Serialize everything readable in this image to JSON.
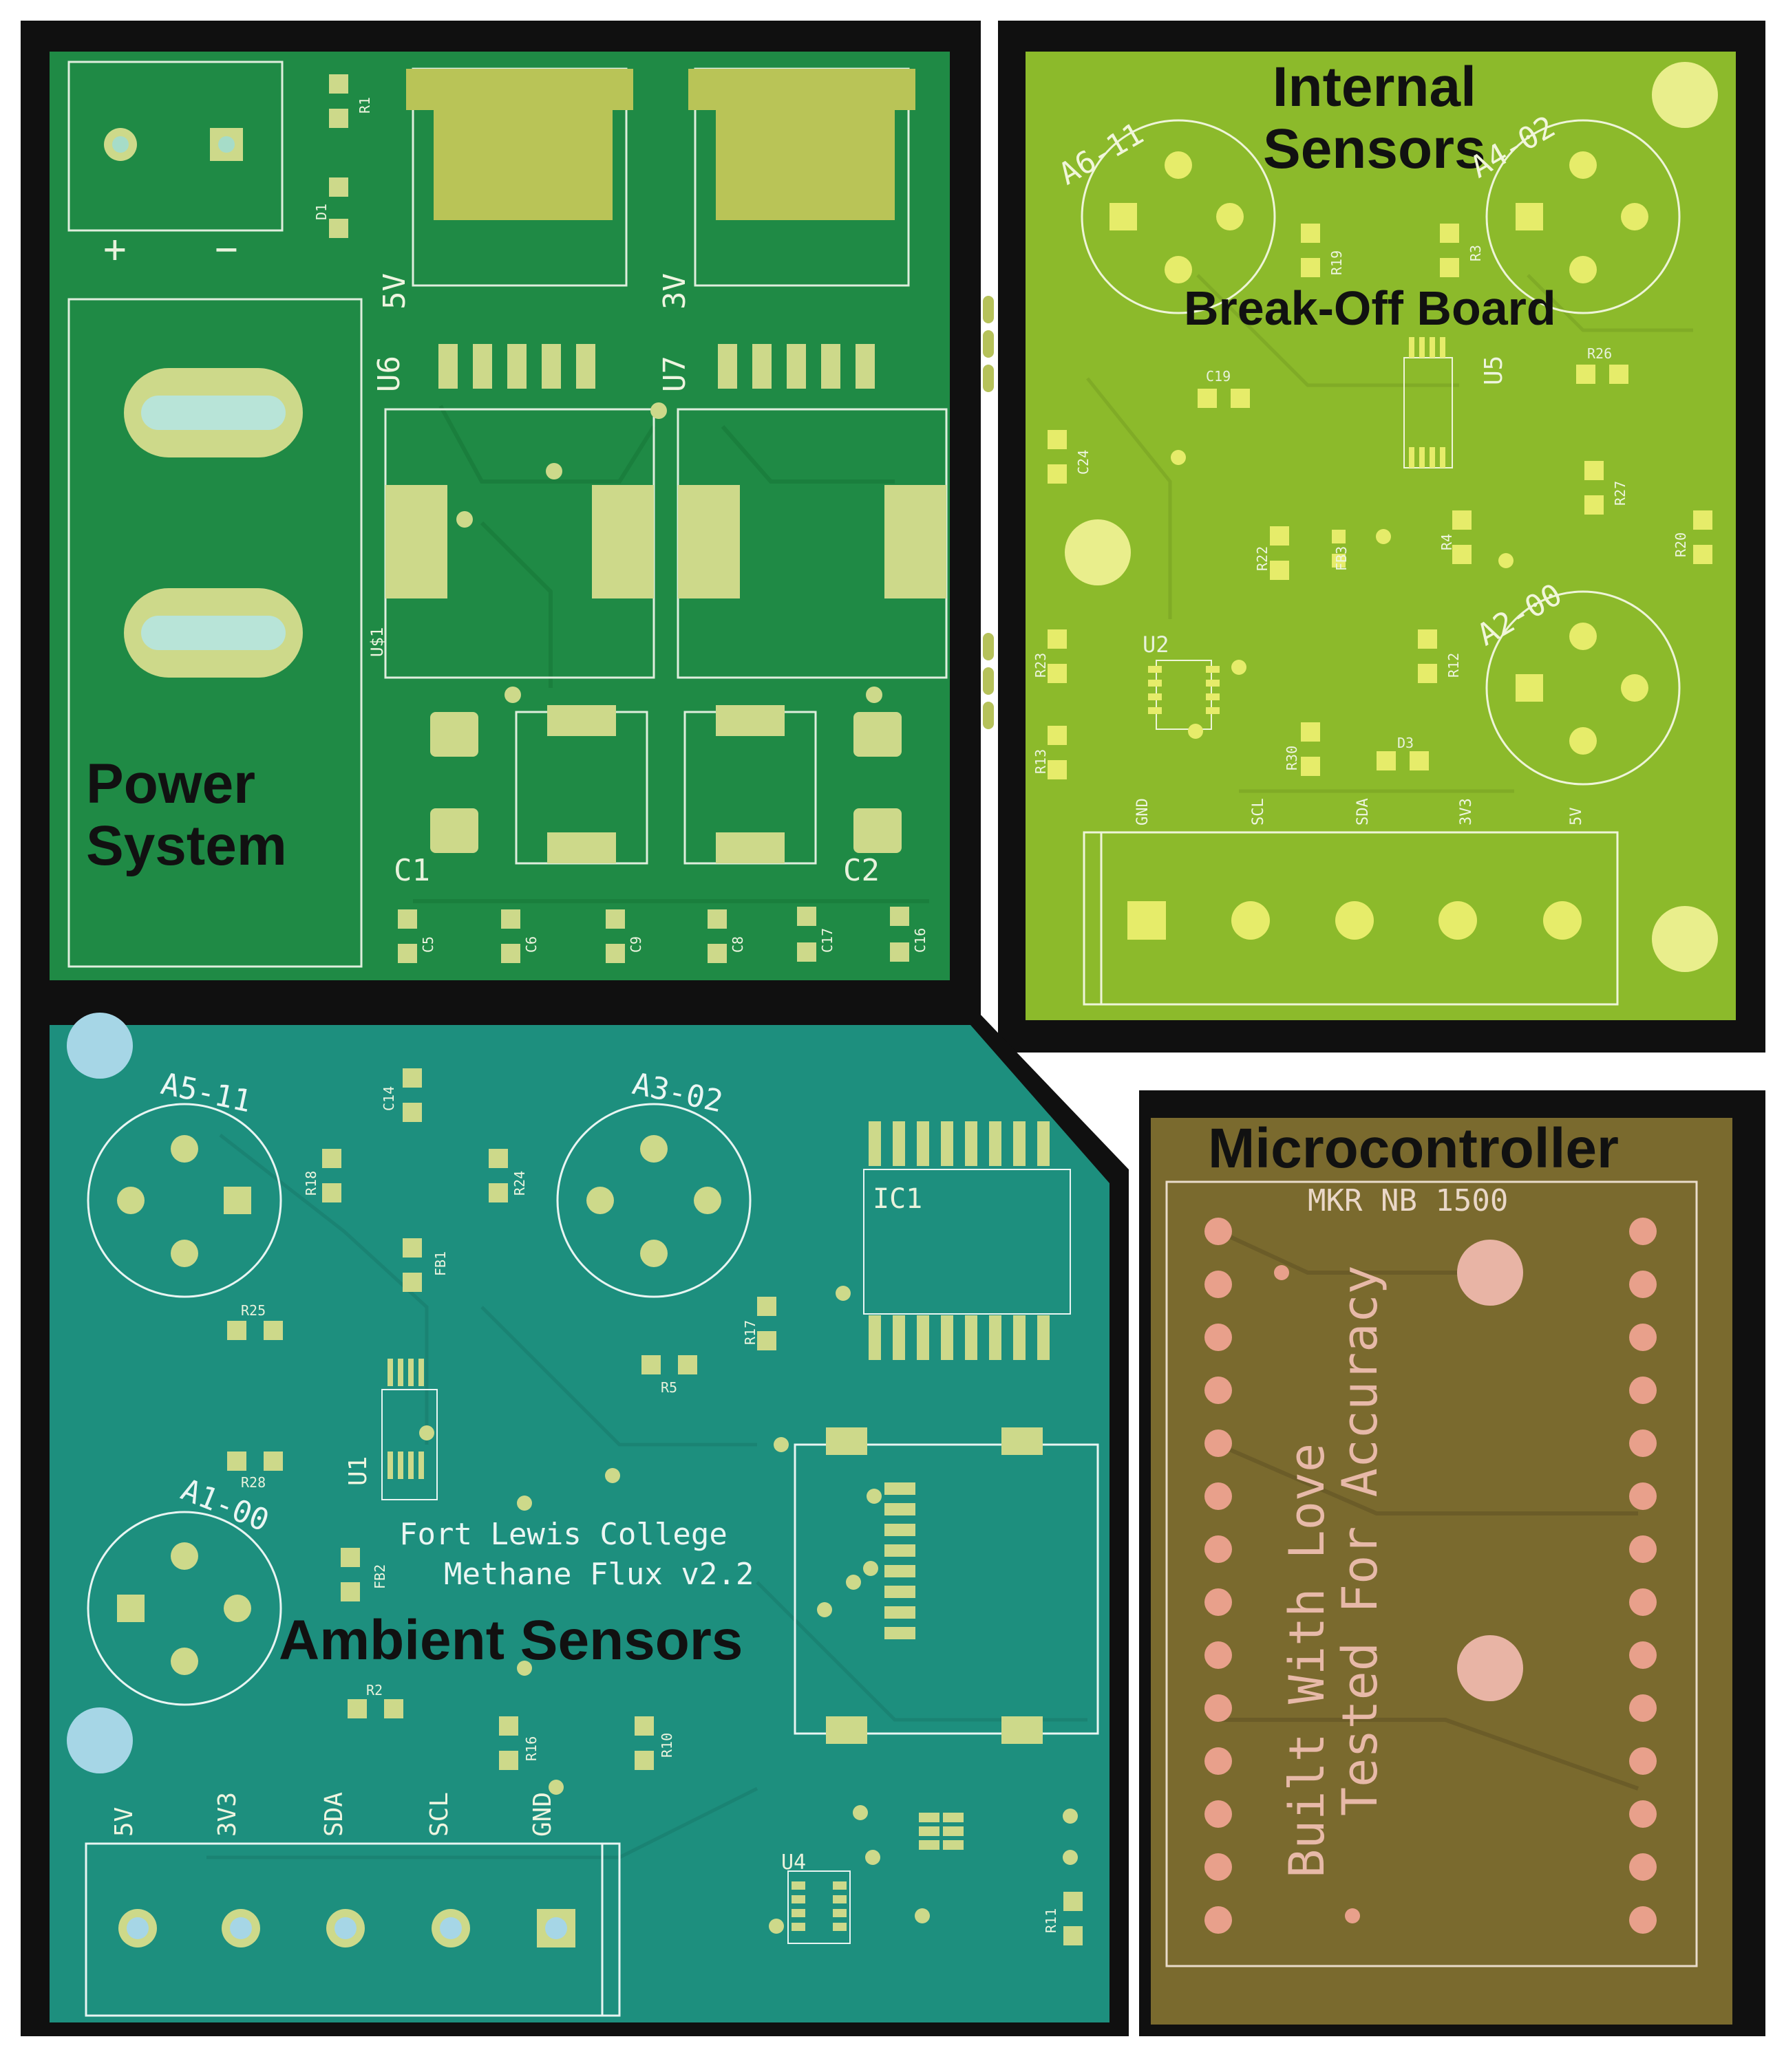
{
  "sections": {
    "power": {
      "title_line1": "Power",
      "title_line2": "System",
      "color": "#1f8a45"
    },
    "internal": {
      "title_line1": "Internal",
      "title_line2": "Sensors",
      "subtitle": "Break-Off Board",
      "color": "#8cba2b"
    },
    "ambient": {
      "title": "Ambient Sensors",
      "color": "#1d8f7e"
    },
    "micro": {
      "title": "Microcontroller",
      "color": "#7a6a2e"
    }
  },
  "power_board": {
    "terminal_plus": "+",
    "terminal_minus": "−",
    "reg_5v": "5V",
    "reg_3v": "3V",
    "u6": "U6",
    "u7": "U7",
    "us1": "U$1",
    "c1": "C1",
    "c2": "C2",
    "r1": "R1",
    "d1": "D1",
    "caps": [
      "C5",
      "C6",
      "C9",
      "C8",
      "C17",
      "C16"
    ]
  },
  "internal_board": {
    "sensors": [
      "A6-11",
      "A4-02",
      "A2-00"
    ],
    "parts": [
      "R19",
      "R3",
      "U5",
      "C19",
      "R26",
      "C24",
      "R27",
      "R22",
      "FB3",
      "R4",
      "R20",
      "U2",
      "R23",
      "R12",
      "R13",
      "R30",
      "D3"
    ],
    "pins": [
      "GND",
      "SCL",
      "SDA",
      "3V3",
      "5V"
    ]
  },
  "ambient_board": {
    "sensors": [
      "A5-11",
      "A3-02",
      "A1-00"
    ],
    "parts": [
      "C14",
      "R18",
      "R24",
      "FB1",
      "R25",
      "U1",
      "R28",
      "R5",
      "R17",
      "IC1",
      "FB2",
      "R2",
      "R16",
      "R10",
      "U4",
      "R11"
    ],
    "college": "Fort Lewis College",
    "project": "Methane Flux v2.2",
    "pins": [
      "5V",
      "3V3",
      "SDA",
      "SCL",
      "GND"
    ]
  },
  "micro_board": {
    "module": "MKR NB 1500",
    "tag1": "Built With Love",
    "tag2": "Tested For Accuracy"
  }
}
